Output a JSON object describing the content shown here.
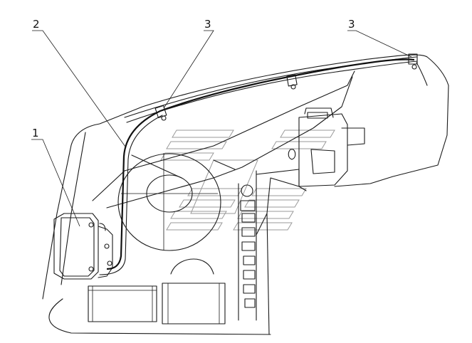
{
  "callouts": [
    {
      "id": "c1",
      "label": "1"
    },
    {
      "id": "c2",
      "label": "2"
    },
    {
      "id": "c3a",
      "label": "3"
    },
    {
      "id": "c3b",
      "label": "3"
    }
  ],
  "colors": {
    "line": "#1a1a1a",
    "watermark": "#9a9a9a",
    "background": "#ffffff"
  }
}
